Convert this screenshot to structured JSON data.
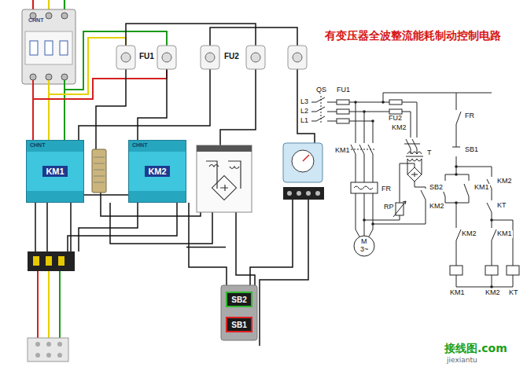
{
  "diagram": {
    "title": "有变压器全波整流能耗制动控制电路",
    "nodes": [
      {
        "text": [
          "KM1"
        ]
      },
      {
        "text": [
          "KM2"
        ]
      },
      {
        "text": [
          "SB2"
        ]
      },
      {
        "text": [
          "SB1"
        ]
      }
    ],
    "edges": [
      {
        "from": 0,
        "to": 1,
        "arrow": "none"
      },
      {
        "from": 1,
        "to": 2,
        "arrow": "none"
      }
    ],
    "labels": [
      "FU1",
      "FU2",
      "CHNT",
      "CHNT",
      "CHNT",
      "L3",
      "L2",
      "L1",
      "QS",
      "FU1",
      "FU2",
      "KM2",
      "KM1",
      "T",
      "FR",
      "KM2",
      "RP",
      "M",
      "3~",
      "FR",
      "SB1",
      "KM2",
      "KM1",
      "SB2",
      "KT",
      "KM2",
      "KM1",
      "KM1",
      "KM2",
      "KT",
      "接线图.com",
      "jiexiantu"
    ]
  }
}
